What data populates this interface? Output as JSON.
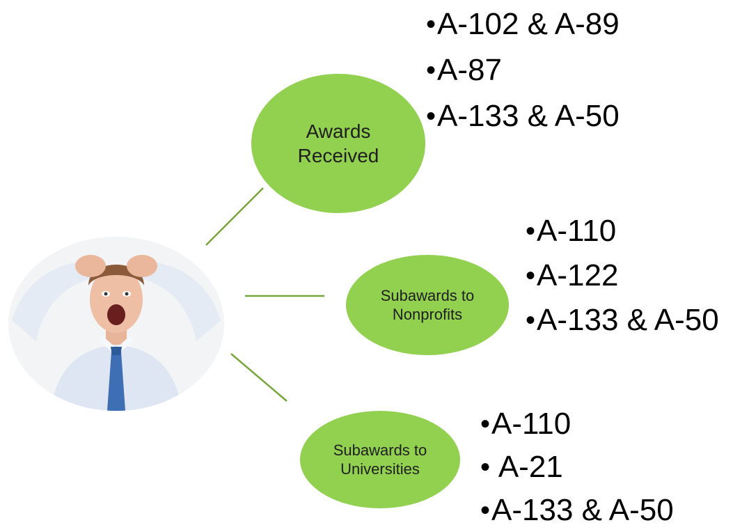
{
  "colors": {
    "node_fill": "#92d050",
    "connector": "#76a63a",
    "text": "#000000"
  },
  "photo": {
    "icon": "frustrated-man-photo"
  },
  "nodes": {
    "awards": {
      "line1": "Awards",
      "line2": "Received",
      "items": [
        "A-102 & A-89",
        "A-87",
        "A-133 & A-50"
      ]
    },
    "nonprofits": {
      "line1": "Subawards to",
      "line2": "Nonprofits",
      "items": [
        "A-110",
        "A-122",
        "A-133 & A-50"
      ]
    },
    "universities": {
      "line1": "Subawards to",
      "line2": "Universities",
      "items": [
        "A-110",
        " A-21",
        "A-133 & A-50"
      ]
    }
  },
  "bullet": "•"
}
